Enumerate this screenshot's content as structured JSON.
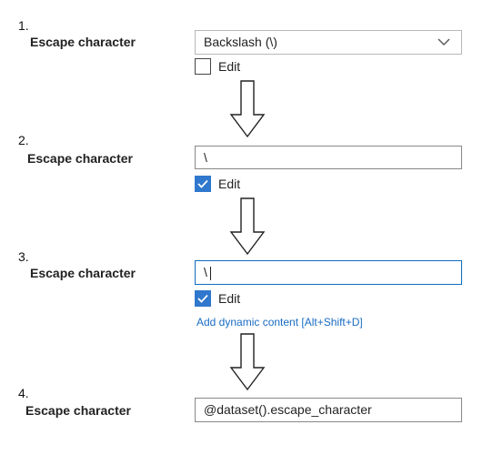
{
  "steps": [
    {
      "number": "1.",
      "label": "Escape character",
      "control": "dropdown",
      "value": "Backslash (\\)",
      "edit_label": "Edit",
      "edit_checked": false
    },
    {
      "number": "2.",
      "label": "Escape character",
      "control": "text",
      "value": "\\",
      "edit_label": "Edit",
      "edit_checked": true
    },
    {
      "number": "3.",
      "label": "Escape character",
      "control": "text-focused",
      "value": "\\",
      "edit_label": "Edit",
      "edit_checked": true,
      "link": "Add dynamic content [Alt+Shift+D]"
    },
    {
      "number": "4.",
      "label": "Escape character",
      "control": "text",
      "value": "@dataset().escape_character"
    }
  ],
  "icons": {
    "dropdown": "chevron-down-icon",
    "check": "checkmark-icon",
    "arrow": "arrow-down-icon"
  },
  "colors": {
    "accent": "#3078cd",
    "link": "#1a6cc2",
    "focus_border": "#0f6cbd"
  }
}
